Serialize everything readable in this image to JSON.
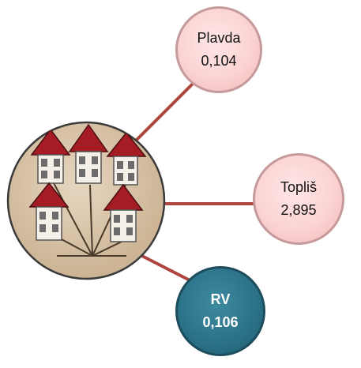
{
  "nodes": {
    "plavda": {
      "name": "Plavda",
      "value": "0,104"
    },
    "toplis": {
      "name": "Topliš",
      "value": "2,895"
    },
    "rv": {
      "name": "RV",
      "value": "0,106"
    }
  },
  "colors": {
    "connector": "#b0443f",
    "pink_fill": "#fbd3d3",
    "teal_fill": "#2a7187",
    "hub_fill": "#d7c2a6"
  },
  "hub_icon": "houses-network-icon"
}
